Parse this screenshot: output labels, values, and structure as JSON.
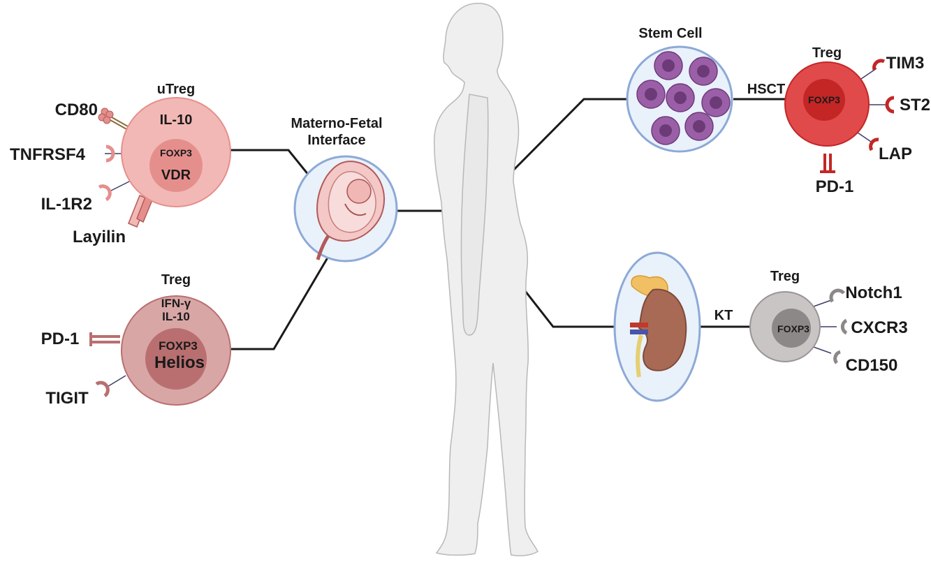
{
  "colors": {
    "utreg_outer": "#f2b8b5",
    "utreg_inner": "#e58f8d",
    "treg_rose_outer": "#d9a6a6",
    "treg_rose_inner": "#b96f70",
    "treg_red_outer": "#e04a4a",
    "treg_red_inner": "#c42626",
    "treg_gray_outer": "#c9c5c5",
    "treg_gray_inner": "#8d8888",
    "stem_cell": "#9b5fa8",
    "oval_fill": "#e9f1fb",
    "oval_stroke": "#8da9d6",
    "body": "#efefef"
  },
  "center": {
    "materno_fetal_line1": "Materno-Fetal",
    "materno_fetal_line2": "Interface"
  },
  "utreg": {
    "title": "uTreg",
    "cytokine": "IL-10",
    "inner_line1": "FOXP3",
    "inner_line2": "VDR",
    "receptors": [
      "CD80",
      "TNFRSF4",
      "IL-1R2",
      "Layilin"
    ]
  },
  "treg_fetal": {
    "title": "Treg",
    "cytokine_line1": "IFN-γ",
    "cytokine_line2": "IL-10",
    "inner_line1": "FOXP3",
    "inner_line2": "Helios",
    "receptors": [
      "PD-1",
      "TIGIT"
    ]
  },
  "stem": {
    "title": "Stem Cell",
    "transplant": "HSCT"
  },
  "treg_hsct": {
    "title": "Treg",
    "inner": "FOXP3",
    "receptors": [
      "TIM3",
      "ST2",
      "LAP",
      "PD-1"
    ]
  },
  "kidney": {
    "transplant": "KT"
  },
  "treg_kt": {
    "title": "Treg",
    "inner": "FOXP3",
    "receptors": [
      "Notch1",
      "CXCR3",
      "CD150"
    ]
  }
}
